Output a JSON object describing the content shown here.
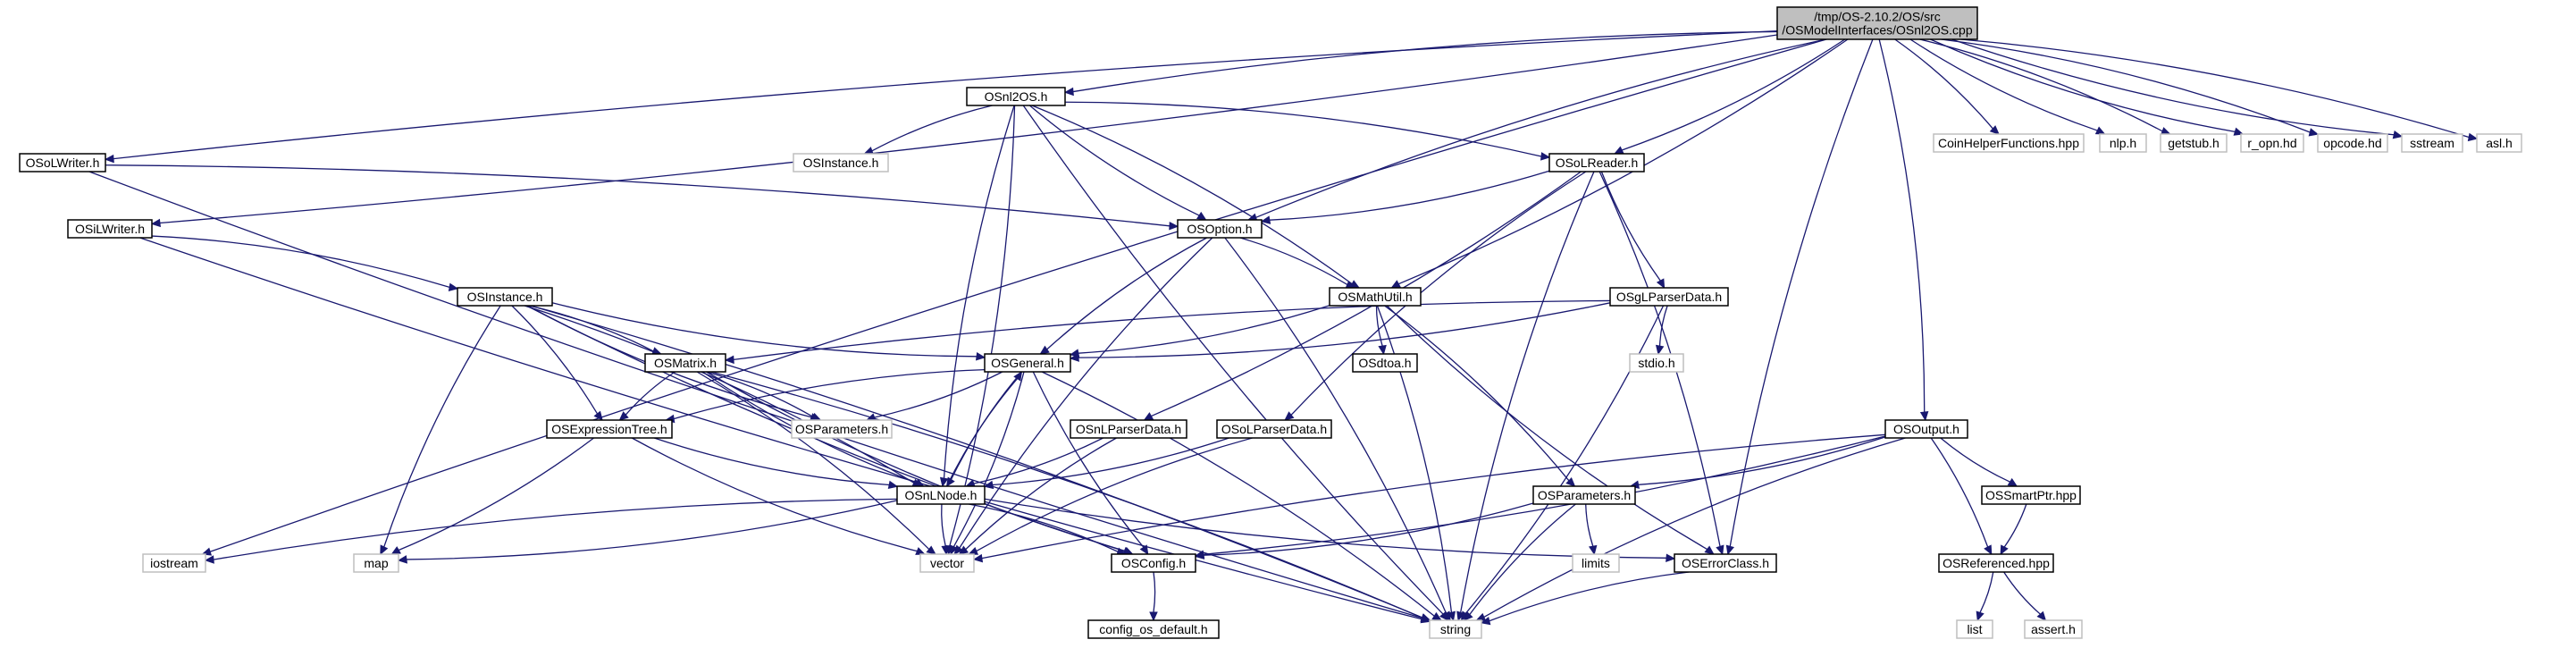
{
  "graph": {
    "root": "root",
    "nodes": [
      {
        "id": "root",
        "lines": [
          "/tmp/OS-2.10.2/OS/src",
          "/OSModelInterfaces/OSnl2OS.cpp"
        ],
        "style": "root"
      },
      {
        "id": "OSnl2OS_h",
        "lines": [
          "OSnl2OS.h"
        ],
        "style": "doc"
      },
      {
        "id": "CoinHelperFunctions_hpp",
        "lines": [
          "CoinHelperFunctions.hpp"
        ],
        "style": "ext"
      },
      {
        "id": "nlp_h",
        "lines": [
          "nlp.h"
        ],
        "style": "ext"
      },
      {
        "id": "getstub_h",
        "lines": [
          "getstub.h"
        ],
        "style": "ext"
      },
      {
        "id": "r_opn_hd",
        "lines": [
          "r_opn.hd"
        ],
        "style": "ext"
      },
      {
        "id": "opcode_hd",
        "lines": [
          "opcode.hd"
        ],
        "style": "ext"
      },
      {
        "id": "sstream",
        "lines": [
          "sstream"
        ],
        "style": "ext"
      },
      {
        "id": "asl_h",
        "lines": [
          "asl.h"
        ],
        "style": "ext"
      },
      {
        "id": "OSoLWriter_h",
        "lines": [
          "OSoLWriter.h"
        ],
        "style": "doc"
      },
      {
        "id": "OSInstance_h_ext",
        "lines": [
          "OSInstance.h"
        ],
        "style": "ext"
      },
      {
        "id": "OSoLReader_h",
        "lines": [
          "OSoLReader.h"
        ],
        "style": "doc"
      },
      {
        "id": "OSiLWriter_h",
        "lines": [
          "OSiLWriter.h"
        ],
        "style": "doc"
      },
      {
        "id": "OSOption_h",
        "lines": [
          "OSOption.h"
        ],
        "style": "doc"
      },
      {
        "id": "OSInstance_h",
        "lines": [
          "OSInstance.h"
        ],
        "style": "doc"
      },
      {
        "id": "OSMathUtil_h",
        "lines": [
          "OSMathUtil.h"
        ],
        "style": "doc"
      },
      {
        "id": "OSgLParserData_h",
        "lines": [
          "OSgLParserData.h"
        ],
        "style": "doc"
      },
      {
        "id": "OSMatrix_h",
        "lines": [
          "OSMatrix.h"
        ],
        "style": "doc"
      },
      {
        "id": "OSGeneral_h",
        "lines": [
          "OSGeneral.h"
        ],
        "style": "doc"
      },
      {
        "id": "OSdtoa_h",
        "lines": [
          "OSdtoa.h"
        ],
        "style": "doc"
      },
      {
        "id": "stdio_h",
        "lines": [
          "stdio.h"
        ],
        "style": "ext"
      },
      {
        "id": "OSExpressionTree_h",
        "lines": [
          "OSExpressionTree.h"
        ],
        "style": "doc"
      },
      {
        "id": "OSParameters_h_ext",
        "lines": [
          "OSParameters.h"
        ],
        "style": "ext"
      },
      {
        "id": "OSnLParserData_h",
        "lines": [
          "OSnLParserData.h"
        ],
        "style": "doc"
      },
      {
        "id": "OSoLParserData_h",
        "lines": [
          "OSoLParserData.h"
        ],
        "style": "doc"
      },
      {
        "id": "OSOutput_h",
        "lines": [
          "OSOutput.h"
        ],
        "style": "doc"
      },
      {
        "id": "OSSmartPtr_hpp",
        "lines": [
          "OSSmartPtr.hpp"
        ],
        "style": "doc"
      },
      {
        "id": "OSnLNode_h",
        "lines": [
          "OSnLNode.h"
        ],
        "style": "doc"
      },
      {
        "id": "OSParameters_h",
        "lines": [
          "OSParameters.h"
        ],
        "style": "doc"
      },
      {
        "id": "iostream",
        "lines": [
          "iostream"
        ],
        "style": "ext"
      },
      {
        "id": "map",
        "lines": [
          "map"
        ],
        "style": "ext"
      },
      {
        "id": "vector",
        "lines": [
          "vector"
        ],
        "style": "ext"
      },
      {
        "id": "OSConfig_h",
        "lines": [
          "OSConfig.h"
        ],
        "style": "doc"
      },
      {
        "id": "limits",
        "lines": [
          "limits"
        ],
        "style": "ext"
      },
      {
        "id": "OSErrorClass_h",
        "lines": [
          "OSErrorClass.h"
        ],
        "style": "doc"
      },
      {
        "id": "OSReferenced_hpp",
        "lines": [
          "OSReferenced.hpp"
        ],
        "style": "doc"
      },
      {
        "id": "config_os_default_h",
        "lines": [
          "config_os_default.h"
        ],
        "style": "doc"
      },
      {
        "id": "string",
        "lines": [
          "string"
        ],
        "style": "ext"
      },
      {
        "id": "list",
        "lines": [
          "list"
        ],
        "style": "ext"
      },
      {
        "id": "assert_h",
        "lines": [
          "assert.h"
        ],
        "style": "ext"
      }
    ],
    "edges": [
      [
        "root",
        "OSnl2OS_h"
      ],
      [
        "root",
        "CoinHelperFunctions_hpp"
      ],
      [
        "root",
        "nlp_h"
      ],
      [
        "root",
        "getstub_h"
      ],
      [
        "root",
        "r_opn_hd"
      ],
      [
        "root",
        "opcode_hd"
      ],
      [
        "root",
        "sstream"
      ],
      [
        "root",
        "asl_h"
      ],
      [
        "root",
        "OSoLWriter_h"
      ],
      [
        "root",
        "OSiLWriter_h"
      ],
      [
        "root",
        "iostream"
      ],
      [
        "root",
        "OSoLReader_h"
      ],
      [
        "root",
        "OSOption_h"
      ],
      [
        "root",
        "OSMathUtil_h"
      ],
      [
        "root",
        "OSErrorClass_h"
      ],
      [
        "root",
        "OSOutput_h"
      ],
      [
        "OSnl2OS_h",
        "OSInstance_h_ext"
      ],
      [
        "OSnl2OS_h",
        "OSoLReader_h"
      ],
      [
        "OSnl2OS_h",
        "OSOption_h"
      ],
      [
        "OSnl2OS_h",
        "OSMathUtil_h"
      ],
      [
        "OSnl2OS_h",
        "OSnLNode_h"
      ],
      [
        "OSnl2OS_h",
        "vector"
      ],
      [
        "OSnl2OS_h",
        "string"
      ],
      [
        "OSoLWriter_h",
        "OSOption_h"
      ],
      [
        "OSoLWriter_h",
        "string"
      ],
      [
        "OSiLWriter_h",
        "OSInstance_h"
      ],
      [
        "OSiLWriter_h",
        "string"
      ],
      [
        "OSoLReader_h",
        "OSOption_h"
      ],
      [
        "OSoLReader_h",
        "OSgLParserData_h"
      ],
      [
        "OSoLReader_h",
        "OSnLParserData_h"
      ],
      [
        "OSoLReader_h",
        "OSoLParserData_h"
      ],
      [
        "OSoLReader_h",
        "OSErrorClass_h"
      ],
      [
        "OSoLReader_h",
        "string"
      ],
      [
        "OSOption_h",
        "OSMathUtil_h"
      ],
      [
        "OSOption_h",
        "OSGeneral_h"
      ],
      [
        "OSOption_h",
        "string"
      ],
      [
        "OSOption_h",
        "vector"
      ],
      [
        "OSInstance_h",
        "OSMatrix_h"
      ],
      [
        "OSInstance_h",
        "OSGeneral_h"
      ],
      [
        "OSInstance_h",
        "OSExpressionTree_h"
      ],
      [
        "OSInstance_h",
        "OSParameters_h_ext"
      ],
      [
        "OSInstance_h",
        "OSnLNode_h"
      ],
      [
        "OSInstance_h",
        "map"
      ],
      [
        "OSInstance_h",
        "string"
      ],
      [
        "OSInstance_h",
        "OSConfig_h"
      ],
      [
        "OSMathUtil_h",
        "OSGeneral_h"
      ],
      [
        "OSMathUtil_h",
        "OSdtoa_h"
      ],
      [
        "OSMathUtil_h",
        "OSParameters_h"
      ],
      [
        "OSMathUtil_h",
        "OSErrorClass_h"
      ],
      [
        "OSMathUtil_h",
        "string"
      ],
      [
        "OSgLParserData_h",
        "OSMatrix_h"
      ],
      [
        "OSgLParserData_h",
        "OSGeneral_h"
      ],
      [
        "OSgLParserData_h",
        "stdio_h"
      ],
      [
        "OSgLParserData_h",
        "string"
      ],
      [
        "OSMatrix_h",
        "OSExpressionTree_h"
      ],
      [
        "OSMatrix_h",
        "OSParameters_h_ext"
      ],
      [
        "OSMatrix_h",
        "OSnLNode_h"
      ],
      [
        "OSMatrix_h",
        "vector"
      ],
      [
        "OSMatrix_h",
        "OSConfig_h"
      ],
      [
        "OSMatrix_h",
        "string"
      ],
      [
        "OSGeneral_h",
        "OSExpressionTree_h"
      ],
      [
        "OSGeneral_h",
        "OSParameters_h_ext"
      ],
      [
        "OSGeneral_h",
        "OSnLNode_h"
      ],
      [
        "OSGeneral_h",
        "vector"
      ],
      [
        "OSGeneral_h",
        "OSConfig_h"
      ],
      [
        "OSGeneral_h",
        "string"
      ],
      [
        "OSExpressionTree_h",
        "OSnLNode_h"
      ],
      [
        "OSExpressionTree_h",
        "map"
      ],
      [
        "OSExpressionTree_h",
        "vector"
      ],
      [
        "OSnLParserData_h",
        "OSnLNode_h"
      ],
      [
        "OSnLParserData_h",
        "vector"
      ],
      [
        "OSoLParserData_h",
        "OSnLNode_h"
      ],
      [
        "OSoLParserData_h",
        "vector"
      ],
      [
        "OSnLNode_h",
        "OSGeneral_h"
      ],
      [
        "OSnLNode_h",
        "iostream"
      ],
      [
        "OSnLNode_h",
        "map"
      ],
      [
        "OSnLNode_h",
        "vector"
      ],
      [
        "OSnLNode_h",
        "OSConfig_h"
      ],
      [
        "OSnLNode_h",
        "OSErrorClass_h"
      ],
      [
        "OSOutput_h",
        "OSParameters_h"
      ],
      [
        "OSOutput_h",
        "OSSmartPtr_hpp"
      ],
      [
        "OSOutput_h",
        "OSReferenced_hpp"
      ],
      [
        "OSOutput_h",
        "vector"
      ],
      [
        "OSOutput_h",
        "OSConfig_h"
      ],
      [
        "OSOutput_h",
        "string"
      ],
      [
        "OSSmartPtr_hpp",
        "OSReferenced_hpp"
      ],
      [
        "OSParameters_h",
        "limits"
      ],
      [
        "OSParameters_h",
        "OSConfig_h"
      ],
      [
        "OSParameters_h",
        "string"
      ],
      [
        "OSConfig_h",
        "config_os_default_h"
      ],
      [
        "OSErrorClass_h",
        "string"
      ],
      [
        "OSReferenced_hpp",
        "list"
      ],
      [
        "OSReferenced_hpp",
        "assert_h"
      ]
    ]
  }
}
